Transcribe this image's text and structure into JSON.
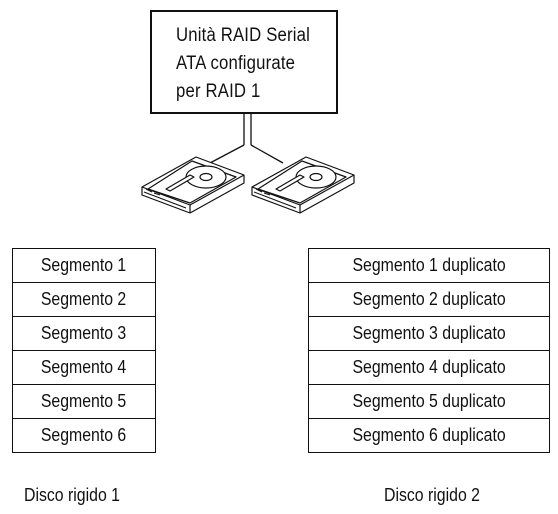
{
  "raid_box": {
    "lines": [
      "Unità RAID Serial",
      "ATA configurate",
      "per RAID 1"
    ]
  },
  "disk1": {
    "segments": [
      "Segmento 1",
      "Segmento 2",
      "Segmento 3",
      "Segmento 4",
      "Segmento 5",
      "Segmento 6"
    ],
    "label": "Disco rigido 1"
  },
  "disk2": {
    "segments": [
      "Segmento 1 duplicato",
      "Segmento 2 duplicato",
      "Segmento 3 duplicato",
      "Segmento 4 duplicato",
      "Segmento 5 duplicato",
      "Segmento 6 duplicato"
    ],
    "label": "Disco rigido 2"
  }
}
